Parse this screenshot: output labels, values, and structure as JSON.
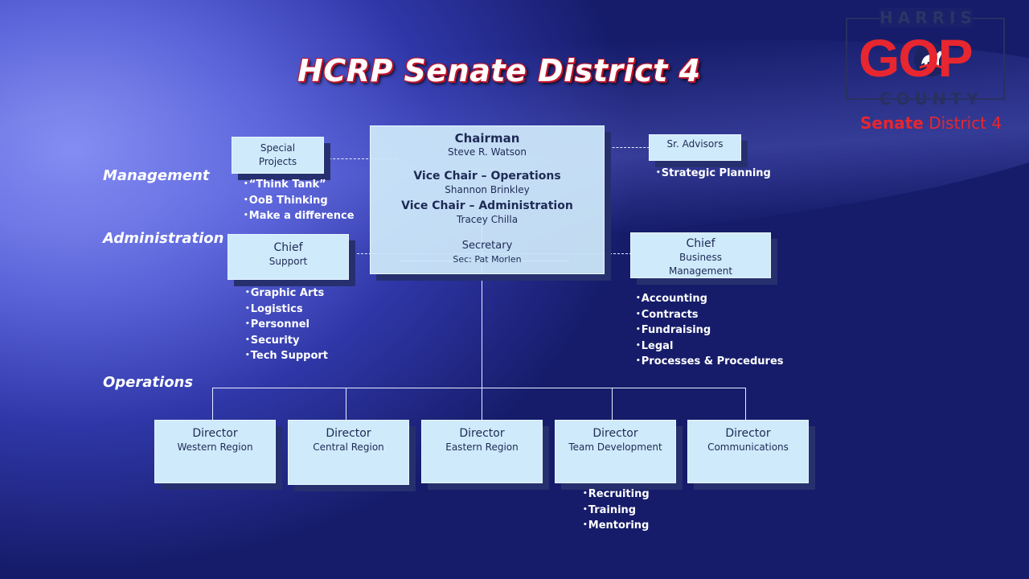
{
  "title": "HCRP Senate District 4",
  "logo": {
    "top": "HARRIS",
    "main": "GOP",
    "bottom": "COUNTY",
    "senate": "Senate",
    "district": "District 4"
  },
  "sections": {
    "management": "Management",
    "administration": "Administration",
    "operations": "Operations"
  },
  "center": {
    "chairman": "Chairman",
    "chairman_name": "Steve R. Watson",
    "vc_ops": "Vice Chair – Operations",
    "vc_ops_name": "Shannon Brinkley",
    "vc_admin": "Vice Chair – Administration",
    "vc_admin_name": "Tracey Chilla",
    "secretary": "Secretary",
    "secretary_name": "Sec: Pat Morlen"
  },
  "special": {
    "line1": "Special",
    "line2": "Projects",
    "items": [
      "“Think Tank”",
      "OoB Thinking",
      "Make a difference"
    ]
  },
  "advisors": {
    "label": "Sr. Advisors",
    "items": [
      "Strategic Planning"
    ]
  },
  "support": {
    "line1": "Chief",
    "line2": "Support",
    "items": [
      "Graphic Arts",
      "Logistics",
      "Personnel",
      "Security",
      "Tech Support"
    ]
  },
  "business": {
    "line1": "Chief",
    "line2": "Business",
    "line3": "Management",
    "items": [
      "Accounting",
      "Contracts",
      "Fundraising",
      "Legal",
      "Processes & Procedures"
    ]
  },
  "directors": [
    {
      "title": "Director",
      "sub": "Western Region"
    },
    {
      "title": "Director",
      "sub": "Central Region"
    },
    {
      "title": "Director",
      "sub": "Eastern Region"
    },
    {
      "title": "Director",
      "sub": "Team Development"
    },
    {
      "title": "Director",
      "sub": "Communications"
    }
  ],
  "team_dev_items": [
    "Recruiting",
    "Training",
    "Mentoring"
  ]
}
